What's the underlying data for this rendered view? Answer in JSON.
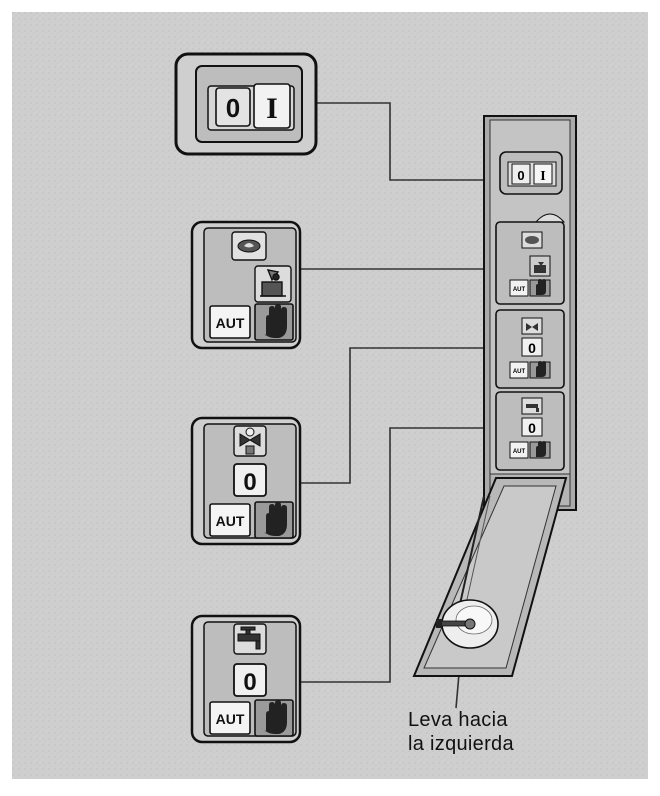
{
  "colors": {
    "background": "#cfcfcf",
    "panel": "#bdbdbd",
    "button": "#e6e6e6",
    "outline": "#111111",
    "callout_line": "#333333"
  },
  "power_switch": {
    "off_label": "0",
    "on_label": "I",
    "off_icon": "power-off-glyph",
    "on_icon": "power-on-glyph"
  },
  "module_1": {
    "top_icon": "burner-flame-icon",
    "mid_icon": "fan-motor-icon",
    "aut_label": "AUT",
    "manual_icon": "hand-icon"
  },
  "module_2": {
    "top_icon": "fan-icon",
    "zero_label": "0",
    "aut_label": "AUT",
    "manual_icon": "hand-icon"
  },
  "module_3": {
    "top_icon": "faucet-icon",
    "zero_label": "0",
    "aut_label": "AUT",
    "manual_icon": "hand-icon"
  },
  "cabinet": {
    "mini_off": "0",
    "mini_on": "I",
    "mini_aut": "AUT",
    "mini_zero": "0"
  },
  "caption": {
    "line1": "Leva hacia",
    "line2": "la izquierda"
  }
}
